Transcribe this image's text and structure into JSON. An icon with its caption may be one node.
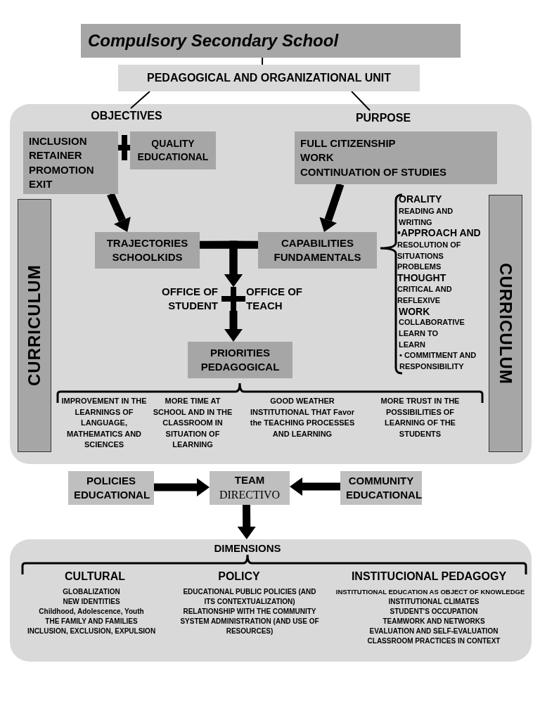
{
  "diagram": {
    "nodes": [
      {
        "text": [
          "Compulsory Secondary School"
        ]
      },
      {
        "text": [
          "PEDAGOGICAL AND ORGANIZATIONAL UNIT"
        ]
      },
      {
        "text": [],
        "shape": "box"
      },
      {
        "text": [
          "OBJECTIVES"
        ],
        "in": 2
      },
      {
        "text": [
          "PURPOSE"
        ],
        "in": 2
      },
      {
        "text": [
          "INCLUSION",
          "RETAINER",
          "PROMOTION",
          "EXIT"
        ],
        "in": 2
      },
      {
        "text": [
          "QUALITY EDUCATIONAL"
        ],
        "in": 2
      },
      {
        "text": [
          "FULL CITIZENSHIP",
          "WORK",
          "CONTINUATION OF STUDIES"
        ],
        "in": 2
      },
      {
        "text": [
          "TRAJECTORIES SCHOOLKIDS"
        ],
        "in": 2
      },
      {
        "text": [
          "CAPABILITIES FUNDAMENTALS"
        ],
        "in": 2
      },
      {
        "text": [
          "OFFICE OF STUDENT"
        ],
        "in": 2
      },
      {
        "text": [
          "OFFICE OF TEACH"
        ],
        "in": 2
      },
      {
        "text": [
          "PRIORITIES PEDAGOGICAL"
        ],
        "in": 2
      },
      {
        "text": [
          "CURRICULUM"
        ],
        "in": 2
      },
      {
        "text": [
          "CURRICULUM"
        ],
        "in": 2
      },
      {
        "text": [
          "POLICIES EDUCATIONAL"
        ]
      },
      {
        "text": [
          "TEAM",
          "DIRECTIVO"
        ]
      },
      {
        "text": [
          "COMMUNITY EDUCATIONAL"
        ]
      },
      {
        "text": [],
        "shape": "box"
      },
      {
        "text": [
          "DIMENSIONS"
        ],
        "in": 18
      },
      {
        "text": [],
        "shape": "plus",
        "in": 2
      }
    ],
    "edges": [
      {
        "from": 0,
        "to": 1,
        "arrow": "none"
      },
      {
        "from": 1,
        "to": 3,
        "arrow": "none"
      },
      {
        "from": 1,
        "to": 4,
        "arrow": "none"
      },
      {
        "from": 5,
        "to": 8,
        "arrow": "to"
      },
      {
        "from": 7,
        "to": 9,
        "arrow": "to"
      },
      {
        "from": 8,
        "to": 20,
        "arrow": "to"
      },
      {
        "from": 9,
        "to": 20,
        "arrow": "to"
      },
      {
        "from": 20,
        "to": 12,
        "arrow": "to"
      },
      {
        "from": 15,
        "to": 16,
        "arrow": "to"
      },
      {
        "from": 17,
        "to": 16,
        "arrow": "to"
      },
      {
        "from": 16,
        "to": 18,
        "arrow": "to"
      }
    ],
    "labels": [
      "ORALITY",
      "READING AND WRITING",
      "•APPROACH AND",
      "RESOLUTION OF SITUATIONS PROBLEMS",
      "THOUGHT",
      "CRITICAL AND REFLEXIVE",
      "WORK",
      "COLLABORATIVE",
      "LEARN TO LEARN",
      "• COMMITMENT AND RESPONSIBILITY",
      "IMPROVEMENT IN THE LEARNINGS OF LANGUAGE, MATHEMATICS AND SCIENCES",
      "MORE TIME AT SCHOOL AND IN THE CLASSROOM IN SITUATION OF LEARNING",
      "GOOD WEATHER INSTITUTIONAL THAT Favor the TEACHING PROCESSES AND LEARNING",
      "MORE TRUST IN THE POSSIBILITIES OF LEARNING OF THE STUDENTS",
      "CULTURAL",
      "POLICY",
      "INSTITUCIONAL PEDAGOGY",
      "GLOBALIZATION",
      "NEW IDENTITIES",
      "Childhood, Adolescence, Youth",
      "THE FAMILY AND FAMILIES",
      "INCLUSION, EXCLUSION, EXPULSION",
      "EDUCATIONAL PUBLIC POLICIES (AND ITS CONTEXTUALIZATION)",
      "RELATIONSHIP WITH THE COMMUNITY",
      "SYSTEM ADMINISTRATION (AND USE OF RESOURCES)",
      "INSTITUTIONAL EDUCATION AS OBJECT OF KNOWLEDGE",
      "INSTITUTIONAL CLIMATES",
      "STUDENT'S OCCUPATION",
      "TEAMWORK AND NETWORKS",
      "EVALUATION AND SELF-EVALUATION",
      "CLASSROOM PRACTICES IN CONTEXT"
    ]
  }
}
